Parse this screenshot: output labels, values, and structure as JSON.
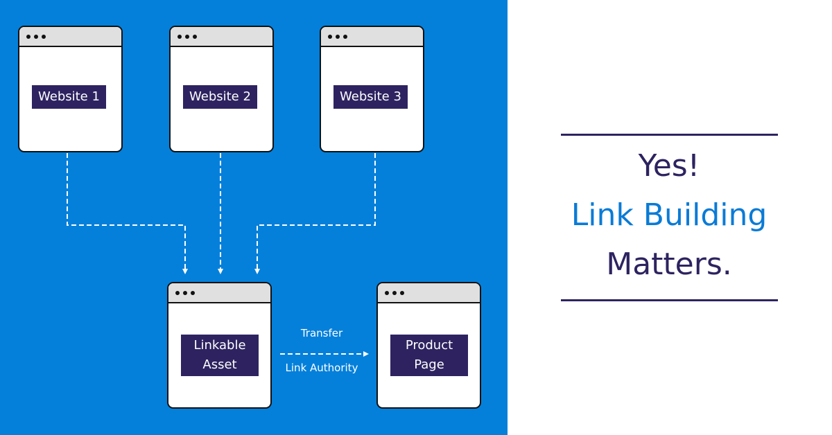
{
  "colors": {
    "panel_blue": "#0480db",
    "label_navy": "#2e2360",
    "headline_navy": "#2e2360",
    "headline_blue": "#0a7bd6",
    "titlebar_gray": "#e0e0e0"
  },
  "diagram": {
    "sources": [
      {
        "label": "Website 1"
      },
      {
        "label": "Website 2"
      },
      {
        "label": "Website 3"
      }
    ],
    "asset": {
      "label": "Linkable Asset"
    },
    "target": {
      "label": "Product Page"
    },
    "transfer": {
      "top": "Transfer",
      "bottom": "Link Authority"
    },
    "window_icon": "three-dots-icon",
    "edges": [
      {
        "from": "Website 1",
        "to": "Linkable Asset",
        "style": "dashed"
      },
      {
        "from": "Website 2",
        "to": "Linkable Asset",
        "style": "dashed"
      },
      {
        "from": "Website 3",
        "to": "Linkable Asset",
        "style": "dashed"
      },
      {
        "from": "Linkable Asset",
        "to": "Product Page",
        "style": "dashed"
      }
    ]
  },
  "headline": {
    "line1": "Yes!",
    "line2": "Link Building",
    "line3": "Matters."
  }
}
